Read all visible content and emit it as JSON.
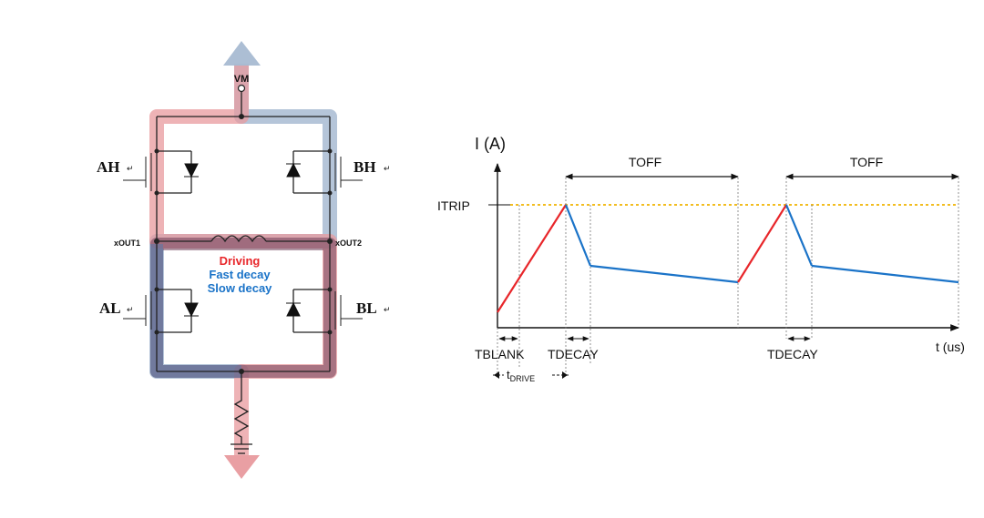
{
  "circuit": {
    "supply_label": "VM",
    "switch_labels": {
      "ah": "AH",
      "bh": "BH",
      "al": "AL",
      "bl": "BL"
    },
    "return_mark": "↵",
    "node_labels": {
      "out1": "xOUT1",
      "out2": "xOUT2"
    },
    "legend": {
      "driving": "Driving",
      "fast_decay": "Fast decay",
      "slow_decay": "Slow decay"
    },
    "colors": {
      "driving": "#e8262a",
      "decay": "#1a73c8",
      "driving_path": "#e89a9e",
      "fast_path": "#9fb5cf",
      "slow_path": "#8a5a70"
    }
  },
  "timing": {
    "y_axis_label": "I (A)",
    "x_axis_label": "t (us)",
    "itrip_label": "ITRIP",
    "toff_label": "TOFF",
    "tblank_label": "TBLANK",
    "tdecay_label": "TDECAY",
    "tdrive_label": "t",
    "tdrive_sub": "DRIVE",
    "colors": {
      "rise": "#e8262a",
      "decay": "#1a73c8",
      "itrip_line": "#f0b400"
    }
  }
}
